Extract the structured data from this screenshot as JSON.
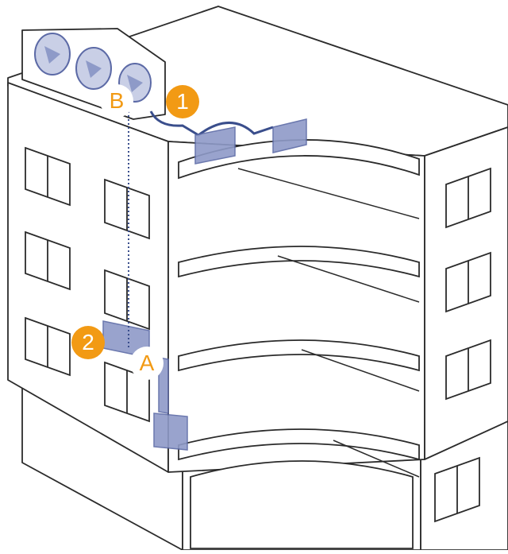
{
  "markers": {
    "one": "1",
    "two": "2",
    "b": "B",
    "a": "A"
  },
  "colors": {
    "outline": "#2b2b2b",
    "building_fill": "#ffffff",
    "unit_fill": "#8e9ac8",
    "unit_dark": "#5c6aa6",
    "pipe": "#3a4e8c",
    "marker_orange": "#f29a14"
  }
}
